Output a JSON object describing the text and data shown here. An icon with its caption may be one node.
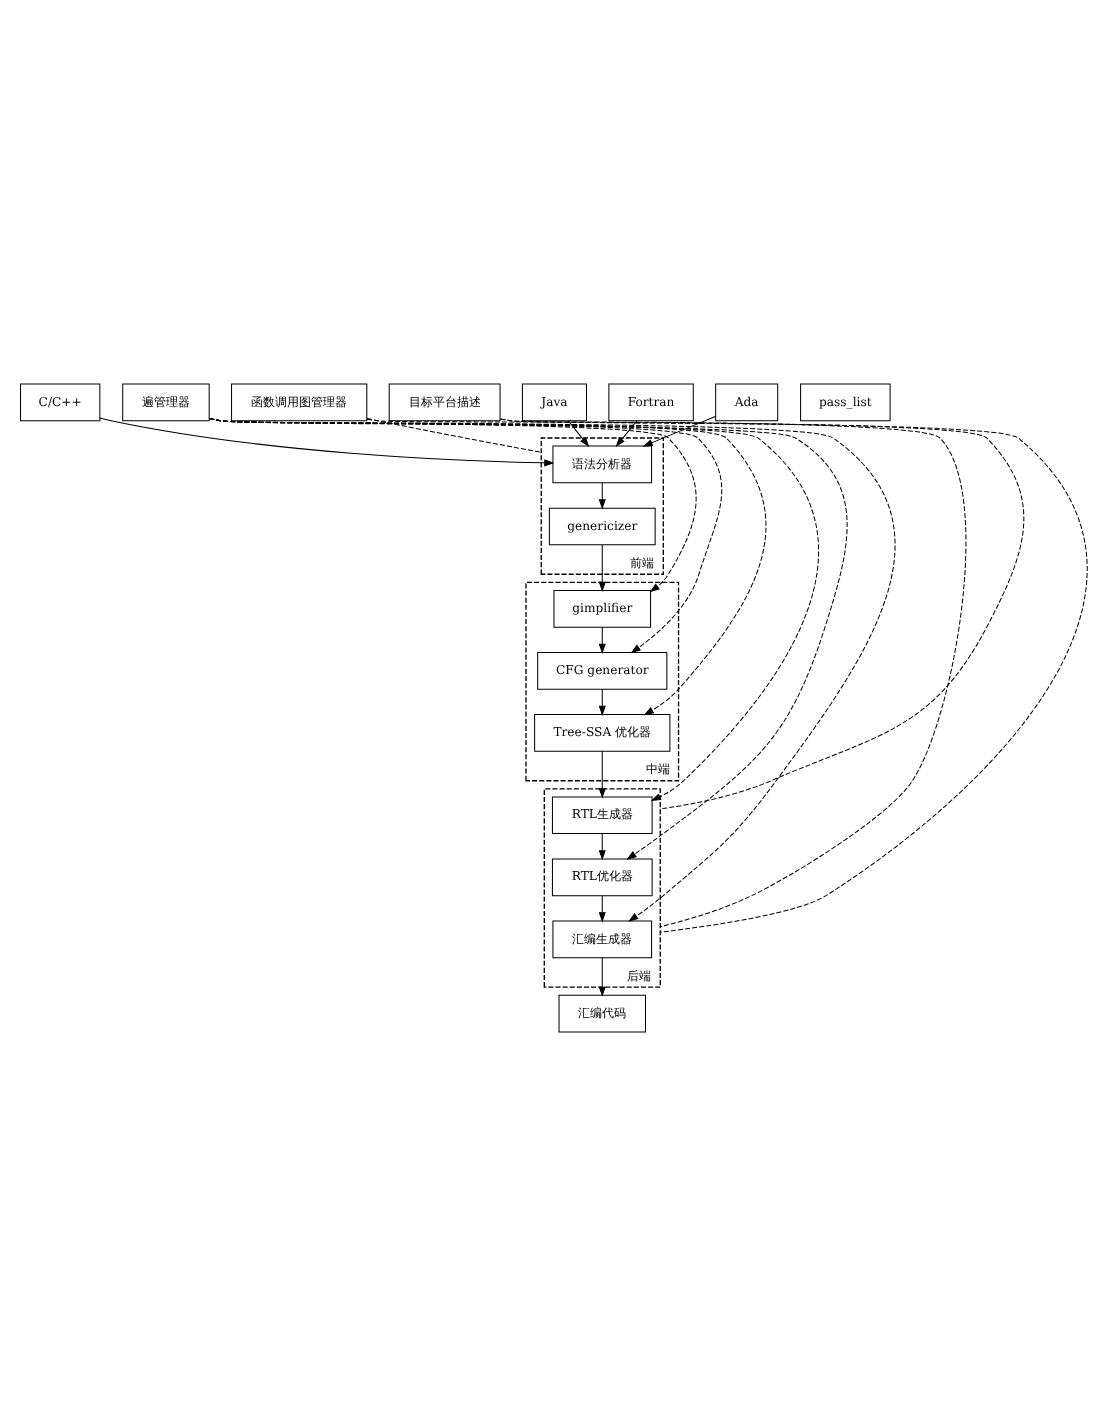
{
  "diagram": {
    "nodes": [
      {
        "text": [
          "C/C++"
        ]
      },
      {
        "text": [
          "Java"
        ]
      },
      {
        "text": [
          "Fortran"
        ]
      },
      {
        "text": [
          "Ada"
        ]
      },
      {
        "text": [
          "前端"
        ]
      },
      {
        "text": [
          "语法分析器"
        ],
        "in": 4
      },
      {
        "text": [
          "genericizer"
        ],
        "in": 4
      },
      {
        "text": [
          "中端"
        ]
      },
      {
        "text": [
          "gimplifier"
        ],
        "in": 7
      },
      {
        "text": [
          "CFG generator"
        ],
        "in": 7
      },
      {
        "text": [
          "Tree-SSA 优化器"
        ],
        "in": 7
      },
      {
        "text": [
          "后端"
        ]
      },
      {
        "text": [
          "RTL生成器"
        ],
        "in": 11
      },
      {
        "text": [
          "RTL优化器"
        ],
        "in": 11
      },
      {
        "text": [
          "汇编生成器"
        ],
        "in": 11
      },
      {
        "text": [
          "汇编代码"
        ]
      },
      {
        "text": [
          "pass_list"
        ]
      },
      {
        "text": [
          "遍管理器"
        ]
      },
      {
        "text": [
          "函数调用图管理器"
        ]
      },
      {
        "text": [
          "目标平台描述"
        ]
      }
    ],
    "edges": [
      {
        "from": 0,
        "to": 5,
        "arrow": "to"
      },
      {
        "from": 1,
        "to": 5,
        "arrow": "to"
      },
      {
        "from": 2,
        "to": 5,
        "arrow": "to"
      },
      {
        "from": 3,
        "to": 5,
        "arrow": "to"
      },
      {
        "from": 5,
        "to": 6,
        "arrow": "to"
      },
      {
        "from": 6,
        "to": 8,
        "arrow": "to"
      },
      {
        "from": 8,
        "to": 9,
        "arrow": "to"
      },
      {
        "from": 9,
        "to": 10,
        "arrow": "to"
      },
      {
        "from": 10,
        "to": 12,
        "arrow": "to"
      },
      {
        "from": 12,
        "to": 13,
        "arrow": "to"
      },
      {
        "from": 13,
        "to": 14,
        "arrow": "to"
      },
      {
        "from": 14,
        "to": 15,
        "arrow": "to"
      },
      {
        "from": 17,
        "to": 8,
        "arrow": "to",
        "style": "dashed"
      },
      {
        "from": 17,
        "to": 9,
        "arrow": "to",
        "style": "dashed"
      },
      {
        "from": 17,
        "to": 10,
        "arrow": "to",
        "style": "dashed"
      },
      {
        "from": 17,
        "to": 12,
        "arrow": "to",
        "style": "dashed"
      },
      {
        "from": 17,
        "to": 13,
        "arrow": "to",
        "style": "dashed"
      },
      {
        "from": 17,
        "to": 14,
        "arrow": "to",
        "style": "dashed"
      },
      {
        "from": 18,
        "to": 4,
        "arrow": "none",
        "style": "dashed"
      },
      {
        "from": 18,
        "to": 11,
        "arrow": "none",
        "style": "dashed"
      },
      {
        "from": 19,
        "to": 11,
        "arrow": "none",
        "style": "dashed"
      },
      {
        "from": 19,
        "to": 11,
        "arrow": "none",
        "style": "dashed"
      }
    ]
  }
}
